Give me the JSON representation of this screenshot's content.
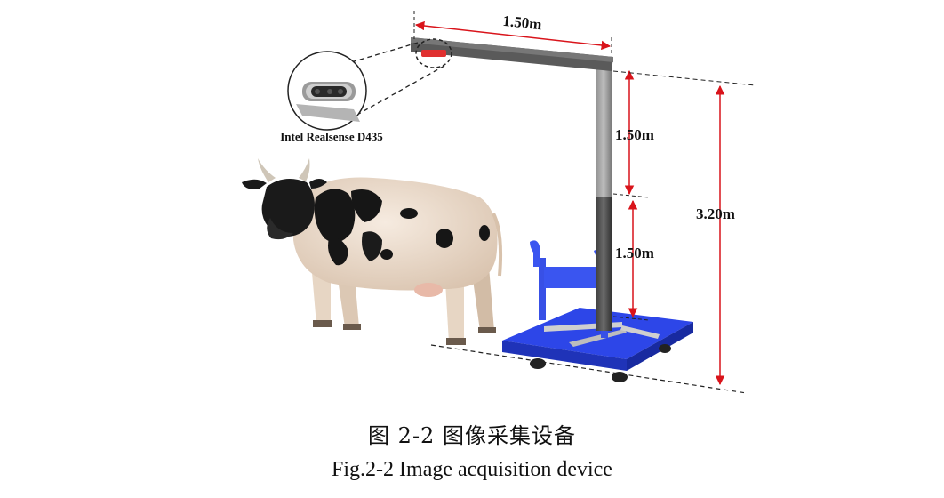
{
  "labels": {
    "beam_length": "1.50m",
    "upper_height": "1.50m",
    "lower_height": "1.50m",
    "total_height": "3.20m",
    "camera_model": "Intel Realsense D435"
  },
  "caption": {
    "cn": "图 2-2  图像采集设备",
    "en": "Fig.2-2 Image acquisition device"
  },
  "colors": {
    "dimension_arrow": "#d9141b",
    "pole_dark": "#555555",
    "pole_light": "#a6a6a6",
    "cart_blue": "#2d46e8",
    "camera_red": "#e03030"
  }
}
